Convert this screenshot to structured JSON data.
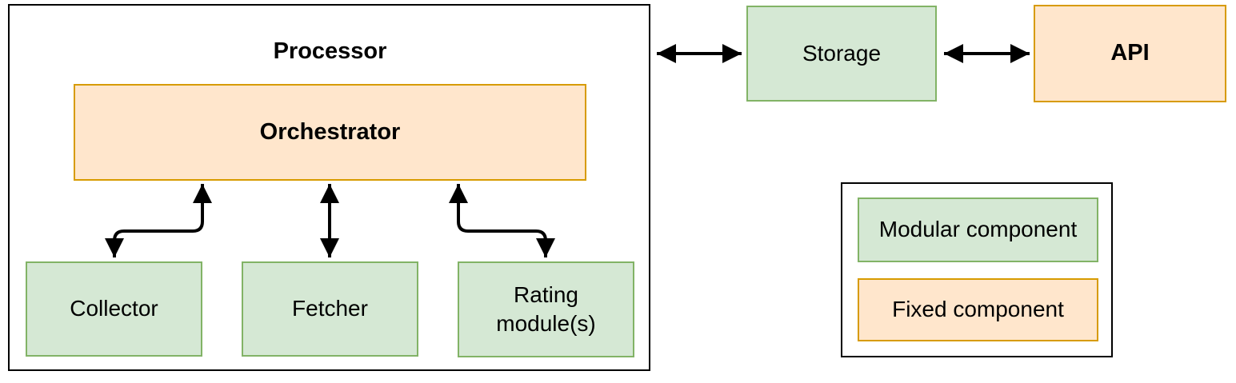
{
  "diagram": {
    "processor": {
      "label": "Processor"
    },
    "orchestrator": {
      "label": "Orchestrator"
    },
    "modules": [
      {
        "label": "Collector"
      },
      {
        "label": "Fetcher"
      },
      {
        "label": "Rating module(s)"
      }
    ],
    "storage": {
      "label": "Storage"
    },
    "api": {
      "label": "API"
    },
    "legend": {
      "items": [
        {
          "label": "Modular component",
          "type": "modular"
        },
        {
          "label": "Fixed component",
          "type": "fixed"
        }
      ]
    },
    "connections": [
      {
        "from": "Orchestrator",
        "to": "Collector",
        "direction": "bidirectional"
      },
      {
        "from": "Orchestrator",
        "to": "Fetcher",
        "direction": "bidirectional"
      },
      {
        "from": "Orchestrator",
        "to": "Rating module(s)",
        "direction": "bidirectional"
      },
      {
        "from": "Processor",
        "to": "Storage",
        "direction": "bidirectional"
      },
      {
        "from": "Storage",
        "to": "API",
        "direction": "bidirectional"
      }
    ]
  },
  "colors": {
    "background": "#ffffff",
    "text": "#000000",
    "container_border": "#000000",
    "arrow": "#000000",
    "modular_fill": "#d5e8d4",
    "modular_border": "#82b366",
    "fixed_fill": "#ffe6cc",
    "fixed_border": "#d79b00"
  }
}
